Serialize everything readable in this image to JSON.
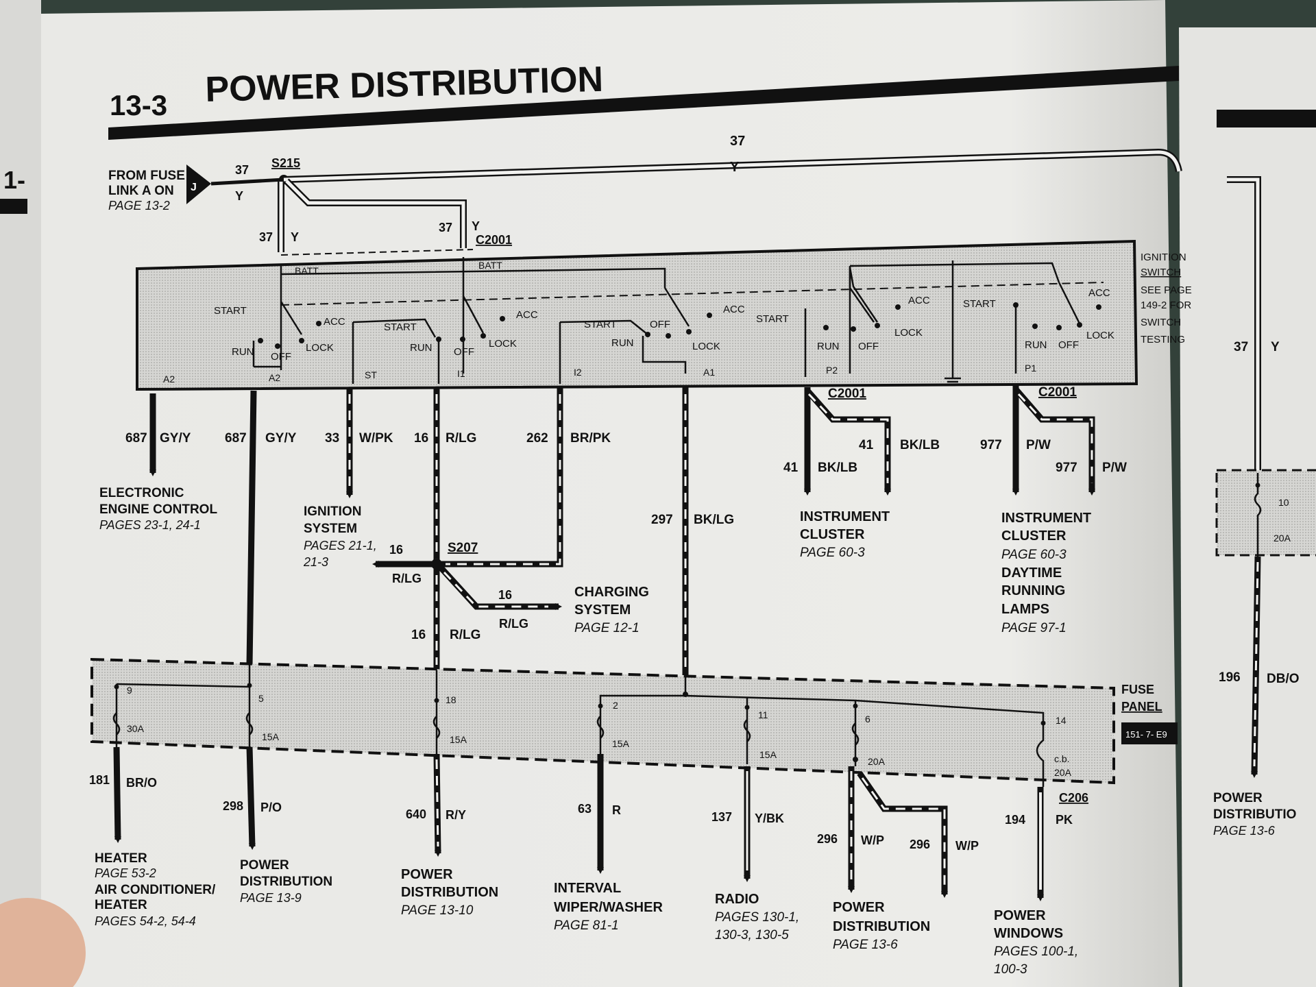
{
  "header": {
    "section": "13-3",
    "title": "POWER DISTRIBUTION",
    "left_edge_text": "1-"
  },
  "feed": {
    "from_lines": [
      "FROM FUSE",
      "LINK A ON",
      "PAGE 13-2"
    ],
    "connector_letter": "J",
    "circuit": "37",
    "color": "Y",
    "splice": "S215"
  },
  "top_wire": {
    "circuit": "37",
    "color": "Y"
  },
  "branch_left": {
    "circuit": "37",
    "color": "Y"
  },
  "branch_right": {
    "circuit": "37",
    "color": "Y",
    "connector": "C2001"
  },
  "ignition_switch": {
    "note_lines": [
      "IGNITION",
      "SWITCH",
      "SEE PAGE",
      "149-2 FOR",
      "SWITCH",
      "TESTING"
    ],
    "batt": "BATT",
    "start": "START",
    "run": "RUN",
    "off": "OFF",
    "acc": "ACC",
    "lock": "LOCK",
    "pins": {
      "a2": "A2",
      "st": "ST",
      "i1": "I1",
      "i2": "I2",
      "a1": "A1",
      "p2": "P2",
      "p1": "P1"
    }
  },
  "c2001": "C2001",
  "upper_wires": [
    {
      "circuit": "687",
      "color": "GY/Y"
    },
    {
      "circuit": "687",
      "color": "GY/Y"
    },
    {
      "circuit": "33",
      "color": "W/PK"
    },
    {
      "circuit": "16",
      "color": "R/LG"
    },
    {
      "circuit": "262",
      "color": "BR/PK"
    },
    {
      "circuit": "297",
      "color": "BK/LG"
    },
    {
      "circuit": "41",
      "color": "BK/LB"
    },
    {
      "circuit": "41",
      "color": "BK/LB"
    },
    {
      "circuit": "977",
      "color": "P/W"
    },
    {
      "circuit": "977",
      "color": "P/W"
    }
  ],
  "s207": {
    "splice": "S207",
    "left": {
      "circuit": "16",
      "color": "R/LG"
    },
    "right": {
      "circuit": "16",
      "color": "R/LG"
    },
    "down": {
      "circuit": "16",
      "color": "R/LG"
    }
  },
  "destinations_upper": {
    "eec": {
      "lines": [
        "ELECTRONIC",
        "ENGINE CONTROL"
      ],
      "page": "PAGES 23-1, 24-1"
    },
    "ignition": {
      "lines": [
        "IGNITION",
        "SYSTEM"
      ],
      "pages": [
        "PAGES 21-1,",
        "21-3"
      ]
    },
    "charging": {
      "lines": [
        "CHARGING",
        "SYSTEM"
      ],
      "page": "PAGE 12-1"
    },
    "cluster1": {
      "lines": [
        "INSTRUMENT",
        "CLUSTER"
      ],
      "page": "PAGE 60-3"
    },
    "cluster2": {
      "lines": [
        "INSTRUMENT",
        "CLUSTER"
      ],
      "page": "PAGE 60-3",
      "lines2": [
        "DAYTIME",
        "RUNNING",
        "LAMPS"
      ],
      "page2": "PAGE 97-1"
    }
  },
  "fuse_panel": {
    "label_lines": [
      "FUSE",
      "PANEL"
    ],
    "tag": "151- 7- E9",
    "fuses": [
      {
        "num": "9",
        "rating": "30A"
      },
      {
        "num": "5",
        "rating": "15A"
      },
      {
        "num": "18",
        "rating": "15A"
      },
      {
        "num": "2",
        "rating": "15A"
      },
      {
        "num": "11",
        "rating": "15A"
      },
      {
        "num": "6",
        "rating": "20A"
      },
      {
        "num": "14",
        "rating_lines": [
          "c.b.",
          "20A"
        ]
      }
    ]
  },
  "lower_wires": [
    {
      "circuit": "181",
      "color": "BR/O"
    },
    {
      "circuit": "298",
      "color": "P/O"
    },
    {
      "circuit": "640",
      "color": "R/Y"
    },
    {
      "circuit": "63",
      "color": "R"
    },
    {
      "circuit": "137",
      "color": "Y/BK"
    },
    {
      "circuit": "296",
      "color": "W/P"
    },
    {
      "circuit": "296",
      "color": "W/P"
    },
    {
      "circuit": "194",
      "color": "PK",
      "connector": "C206"
    }
  ],
  "destinations_lower": [
    {
      "lines": [
        "HEATER"
      ],
      "pages": [
        "PAGE 53-2"
      ],
      "lines2": [
        "AIR CONDITIONER/",
        "HEATER"
      ],
      "pages2": [
        "PAGES 54-2, 54-4"
      ]
    },
    {
      "lines": [
        "POWER",
        "DISTRIBUTION"
      ],
      "pages": [
        "PAGE 13-9"
      ]
    },
    {
      "lines": [
        "POWER",
        "DISTRIBUTION"
      ],
      "pages": [
        "PAGE 13-10"
      ]
    },
    {
      "lines": [
        "INTERVAL",
        "WIPER/WASHER"
      ],
      "pages": [
        "PAGE 81-1"
      ]
    },
    {
      "lines": [
        "RADIO"
      ],
      "pages": [
        "PAGES 130-1,",
        "130-3, 130-5"
      ]
    },
    {
      "lines": [
        "POWER",
        "DISTRIBUTION"
      ],
      "pages": [
        "PAGE 13-6"
      ]
    },
    {
      "lines": [
        "POWER",
        "WINDOWS"
      ],
      "pages": [
        "PAGES 100-1,",
        "100-3"
      ]
    }
  ],
  "right_page": {
    "wire": {
      "circuit": "37",
      "color": "Y"
    },
    "fuse": {
      "num": "10",
      "rating": "20A"
    },
    "wire2": {
      "circuit": "196",
      "color": "DB/O"
    },
    "dest_lines": [
      "POWER",
      "DISTRIBUTIO"
    ],
    "dest_page": "PAGE 13-6"
  }
}
